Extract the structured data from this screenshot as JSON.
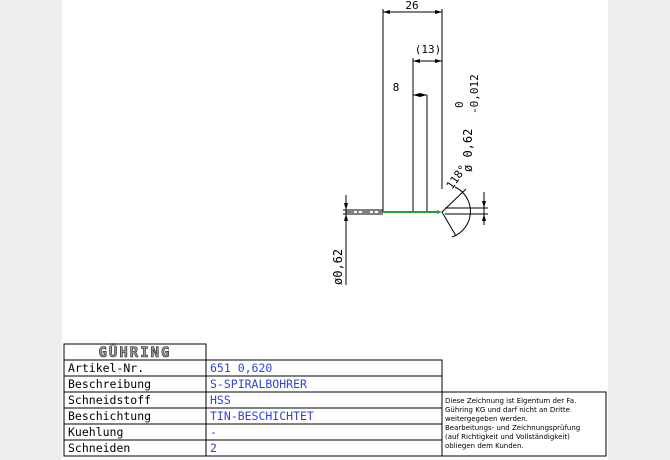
{
  "dimensions": {
    "overall_length": "26",
    "length_ref": "(13)",
    "flute_length": "8",
    "diameter": "ø 0,62",
    "tol_upper": "0",
    "tol_lower": "-0,012",
    "point_angle": "118°",
    "shank_diameter": "ø0,62"
  },
  "titleblock": {
    "logo": "GÜHRING",
    "rows": [
      {
        "label": "Artikel-Nr.",
        "value": "651 0,620"
      },
      {
        "label": "Beschreibung",
        "value": "S-SPIRALBOHRER"
      },
      {
        "label": "Schneidstoff",
        "value": "HSS"
      },
      {
        "label": "Beschichtung",
        "value": "TIN-BESCHICHTET"
      },
      {
        "label": "Kuehlung",
        "value": "-"
      },
      {
        "label": "Schneiden",
        "value": "2"
      }
    ],
    "notice": [
      "Diese Zeichnung ist Eigentum der Fa.",
      "Gühring KG und darf nicht an Dritte",
      "weitergegeben werden.",
      "Bearbeitungs- und Zeichnungsprüfung",
      "(auf Richtigkeit und Vollständigkeit)",
      "obliegen dem Kunden."
    ]
  },
  "colors": {
    "values": "#3344cc",
    "tool_green": "#2e9e3a"
  }
}
